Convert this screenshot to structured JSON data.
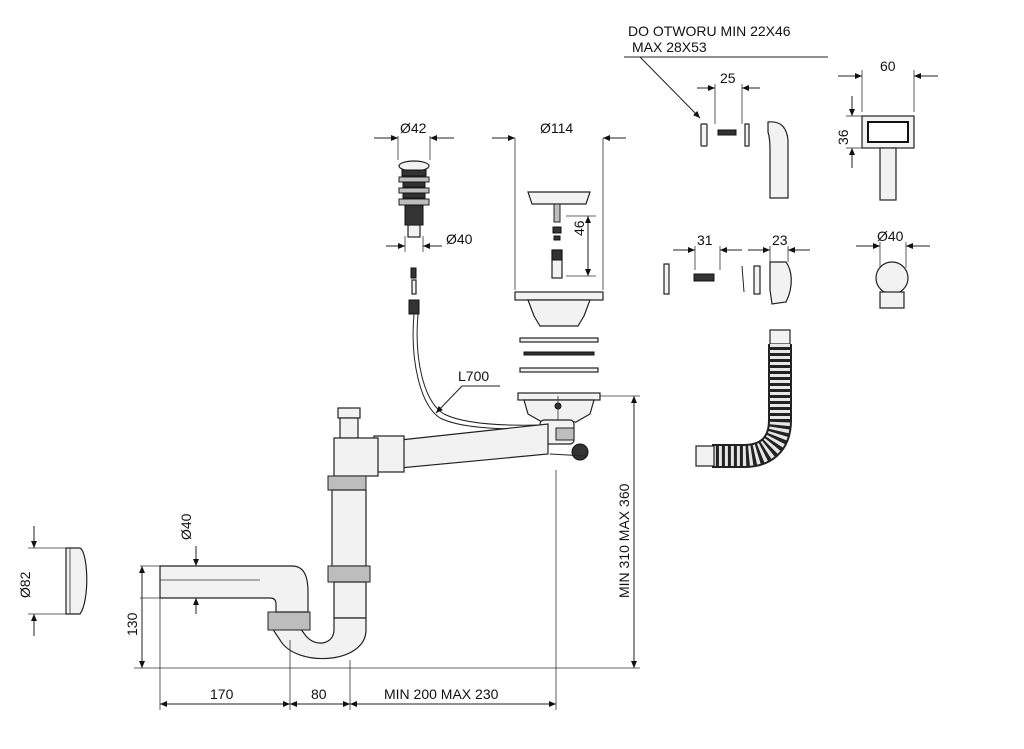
{
  "labels": {
    "note_line1": "DO OTWORU MIN 22X46",
    "note_line2": "MAX 28X53",
    "w25": "25",
    "w60": "60",
    "h36": "36",
    "d42": "Ø42",
    "d114": "Ø114",
    "d40_plug": "Ø40",
    "h46": "46",
    "w31": "31",
    "w23": "23",
    "d40_right": "Ø40",
    "l700": "L700",
    "d40_pipe": "Ø40",
    "d82": "Ø82",
    "h130": "130",
    "w170": "170",
    "w80": "80",
    "range_w": "MIN 200 MAX 230",
    "range_h": "MIN 310 MAX 360"
  }
}
